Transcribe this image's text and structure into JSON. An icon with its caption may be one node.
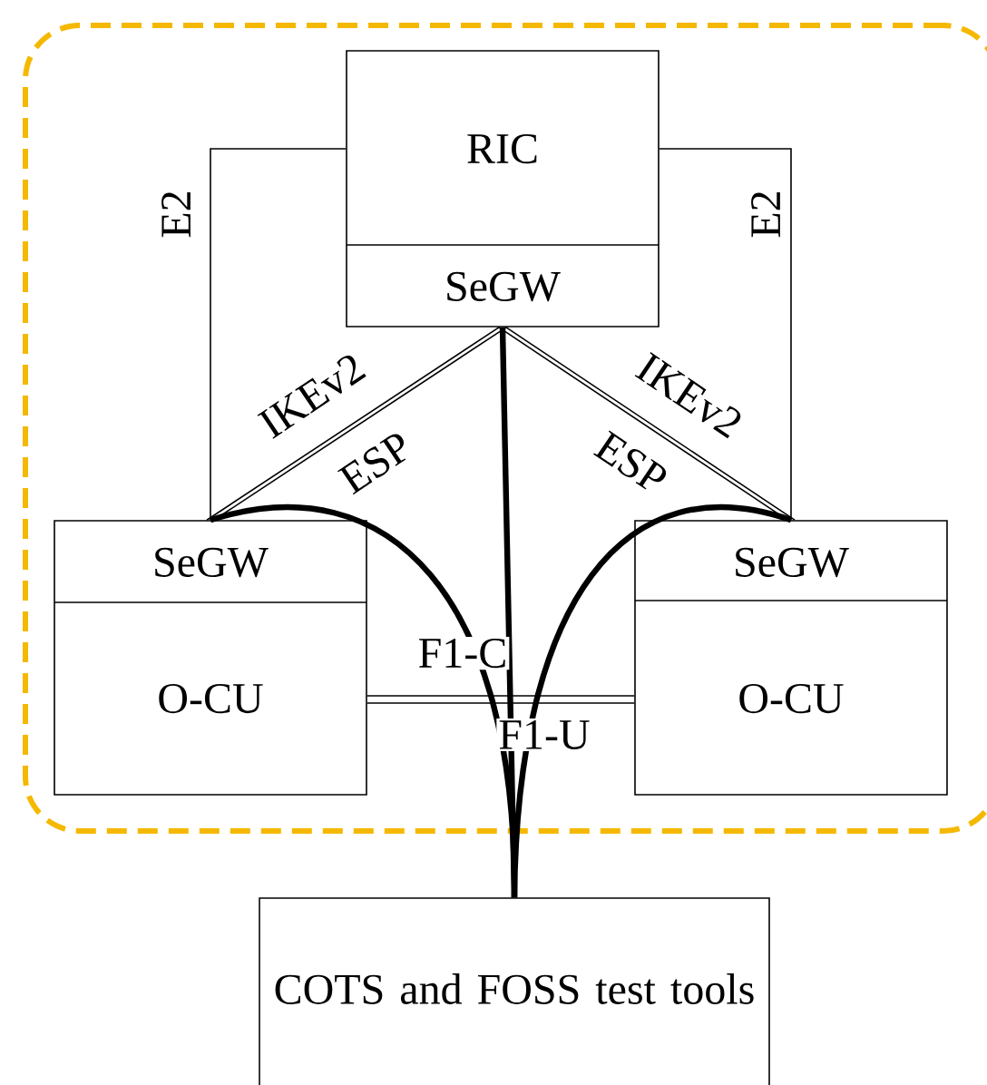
{
  "diagram": {
    "nodes": [
      {
        "text": [],
        "shape": "box"
      },
      {
        "text": [
          "RIC",
          "SeGW"
        ],
        "in": 0
      },
      {
        "text": [
          "SeGW",
          "O-CU"
        ],
        "in": 0
      },
      {
        "text": [
          "SeGW",
          "O-CU"
        ],
        "in": 0
      },
      {
        "text": [
          "COTS and FOSS test tools"
        ]
      }
    ],
    "edges": [
      {
        "from": 1,
        "to": 2,
        "arrow": "none",
        "label": "E2"
      },
      {
        "from": 1,
        "to": 3,
        "arrow": "none",
        "label": "E2"
      },
      {
        "from": 1,
        "to": 2,
        "arrow": "none",
        "label": "IKEv2"
      },
      {
        "from": 1,
        "to": 2,
        "arrow": "none",
        "label": "ESP"
      },
      {
        "from": 1,
        "to": 3,
        "arrow": "none",
        "label": "IKEv2"
      },
      {
        "from": 1,
        "to": 3,
        "arrow": "none",
        "label": "ESP"
      },
      {
        "from": 2,
        "to": 3,
        "arrow": "none",
        "label": "F1-C"
      },
      {
        "from": 2,
        "to": 3,
        "arrow": "none",
        "label": "F1-U"
      },
      {
        "from": 4,
        "to": 2,
        "arrow": "none",
        "style": "thick"
      },
      {
        "from": 4,
        "to": 1,
        "arrow": "none",
        "style": "thick"
      },
      {
        "from": 4,
        "to": 3,
        "arrow": "none",
        "style": "thick"
      }
    ]
  }
}
